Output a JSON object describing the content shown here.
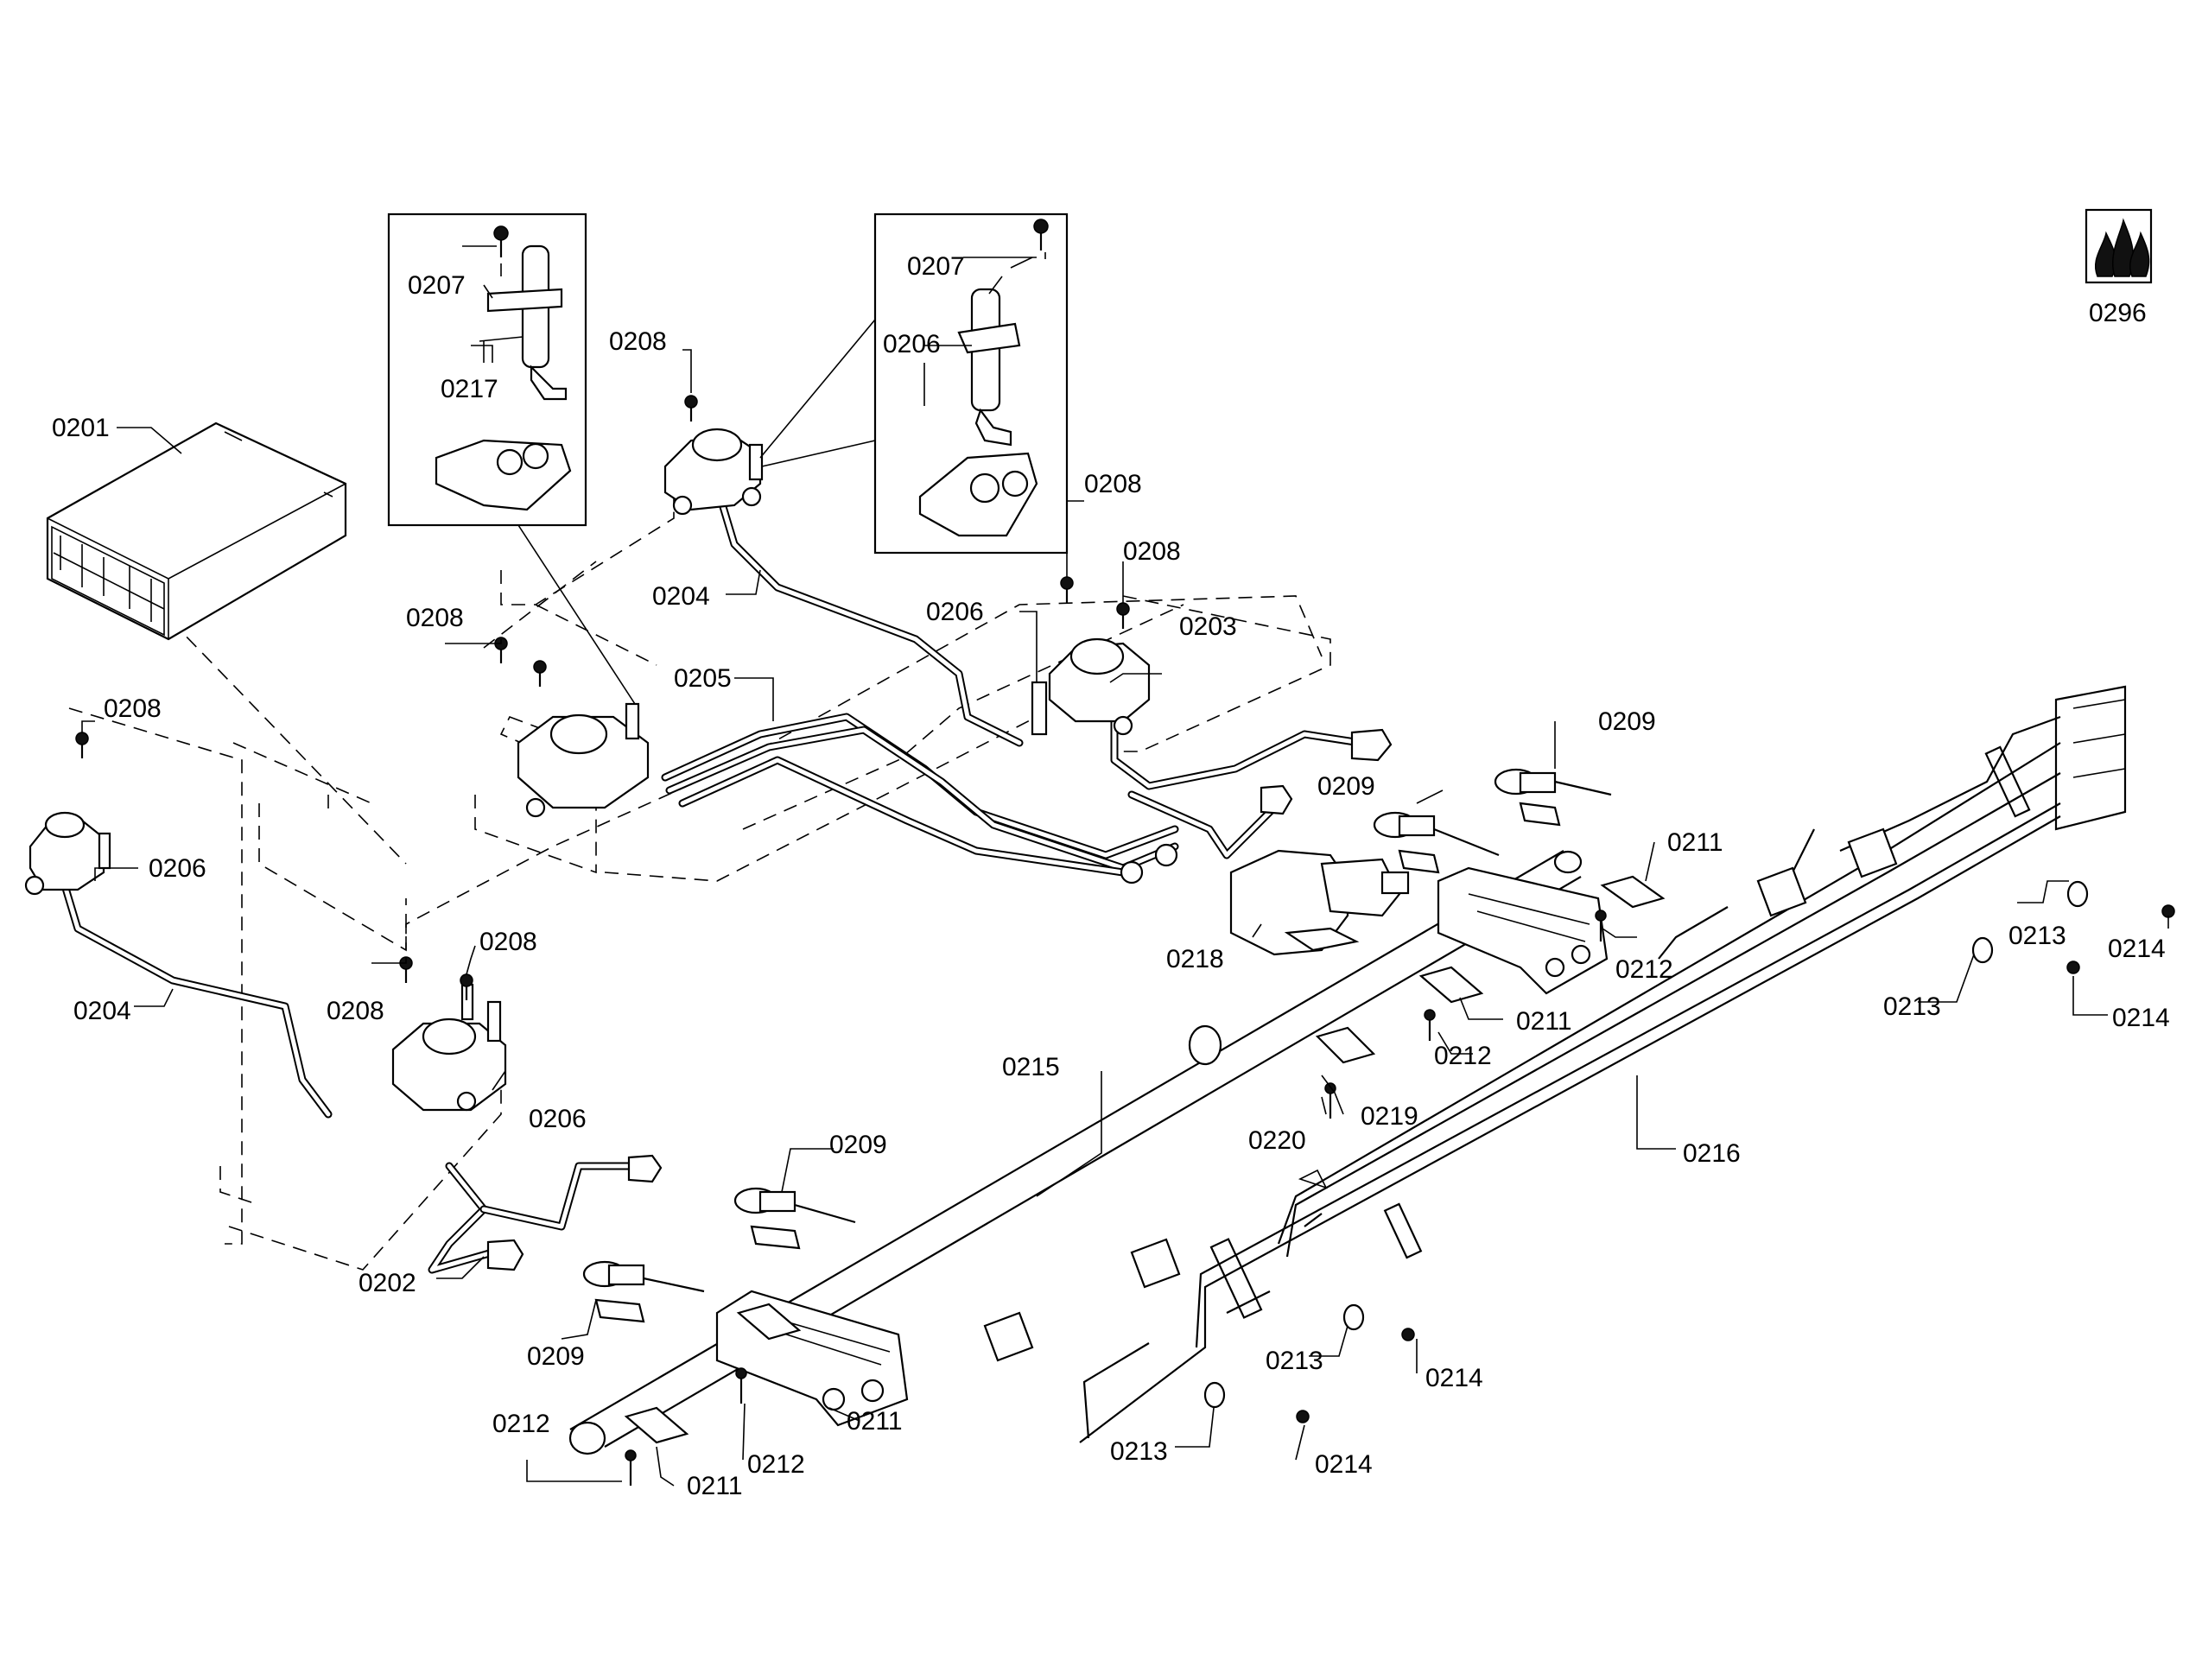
{
  "callouts": [
    {
      "id": "c0201",
      "label": "0201"
    },
    {
      "id": "c0202",
      "label": "0202"
    },
    {
      "id": "c0203",
      "label": "0203"
    },
    {
      "id": "c0204a",
      "label": "0204"
    },
    {
      "id": "c0204b",
      "label": "0204"
    },
    {
      "id": "c0205",
      "label": "0205"
    },
    {
      "id": "c0206a",
      "label": "0206"
    },
    {
      "id": "c0206b",
      "label": "0206"
    },
    {
      "id": "c0206c",
      "label": "0206"
    },
    {
      "id": "c0206d",
      "label": "0206"
    },
    {
      "id": "c0207a",
      "label": "0207"
    },
    {
      "id": "c0207b",
      "label": "0207"
    },
    {
      "id": "c0208a",
      "label": "0208"
    },
    {
      "id": "c0208b",
      "label": "0208"
    },
    {
      "id": "c0208c",
      "label": "0208"
    },
    {
      "id": "c0208d",
      "label": "0208"
    },
    {
      "id": "c0208e",
      "label": "0208"
    },
    {
      "id": "c0208f",
      "label": "0208"
    },
    {
      "id": "c0208g",
      "label": "0208"
    },
    {
      "id": "c0209a",
      "label": "0209"
    },
    {
      "id": "c0209b",
      "label": "0209"
    },
    {
      "id": "c0209c",
      "label": "0209"
    },
    {
      "id": "c0209d",
      "label": "0209"
    },
    {
      "id": "c0211a",
      "label": "0211"
    },
    {
      "id": "c0211b",
      "label": "0211"
    },
    {
      "id": "c0211c",
      "label": "0211"
    },
    {
      "id": "c0211d",
      "label": "0211"
    },
    {
      "id": "c0212a",
      "label": "0212"
    },
    {
      "id": "c0212b",
      "label": "0212"
    },
    {
      "id": "c0212c",
      "label": "0212"
    },
    {
      "id": "c0212d",
      "label": "0212"
    },
    {
      "id": "c0213a",
      "label": "0213"
    },
    {
      "id": "c0213b",
      "label": "0213"
    },
    {
      "id": "c0213c",
      "label": "0213"
    },
    {
      "id": "c0213d",
      "label": "0213"
    },
    {
      "id": "c0214a",
      "label": "0214"
    },
    {
      "id": "c0214b",
      "label": "0214"
    },
    {
      "id": "c0214c",
      "label": "0214"
    },
    {
      "id": "c0214d",
      "label": "0214"
    },
    {
      "id": "c0215",
      "label": "0215"
    },
    {
      "id": "c0216",
      "label": "0216"
    },
    {
      "id": "c0217",
      "label": "0217"
    },
    {
      "id": "c0218",
      "label": "0218"
    },
    {
      "id": "c0219",
      "label": "0219"
    },
    {
      "id": "c0220",
      "label": "0220"
    },
    {
      "id": "c0296",
      "label": "0296"
    }
  ],
  "icons": [
    "flame-symbol-icon"
  ]
}
